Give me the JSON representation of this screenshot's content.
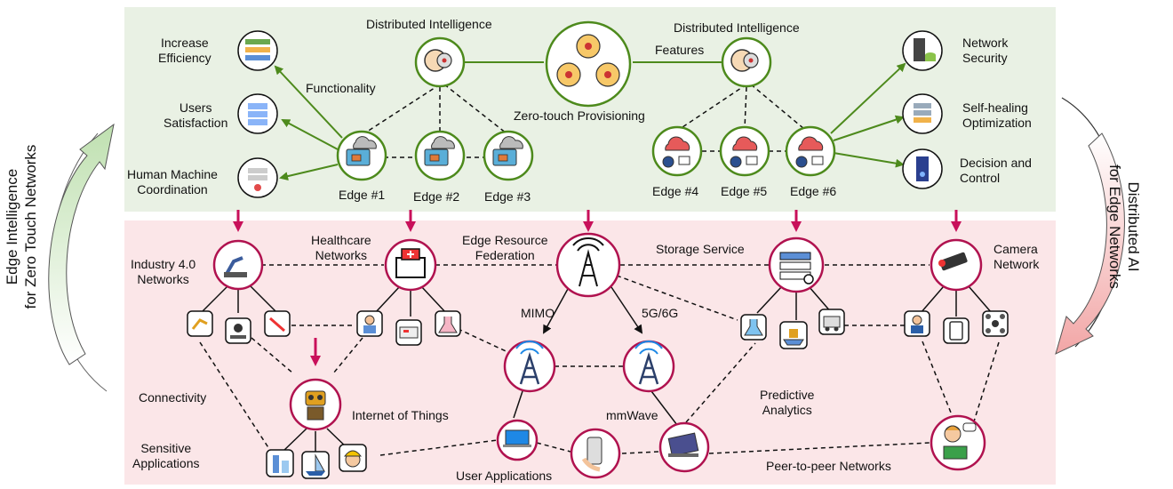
{
  "colors": {
    "top_panel": "#e9f1e4",
    "bottom_panel": "#fbe6e8",
    "green": "#4d8a1c",
    "crimson": "#b0124f",
    "arrow_pink": "#c8105a",
    "dark": "#111111"
  },
  "top": {
    "distributed_left": "Distributed Intelligence",
    "distributed_right": "Distributed Intelligence",
    "features": "Features",
    "zero_touch": "Zero-touch Provisioning",
    "functionality": "Functionality",
    "increase_efficiency": "Increase\nEfficiency",
    "users_satisfaction": "Users\nSatisfaction",
    "human_machine": "Human Machine\nCoordination",
    "network_security": "Network\nSecurity",
    "self_healing": "Self-healing\nOptimization",
    "decision_control": "Decision and\nControl",
    "edges": [
      "Edge #1",
      "Edge #2",
      "Edge #3",
      "Edge #4",
      "Edge #5",
      "Edge #6"
    ]
  },
  "bottom": {
    "industry": "Industry 4.0\nNetworks",
    "healthcare": "Healthcare\nNetworks",
    "edge_resource": "Edge Resource\nFederation",
    "storage": "Storage Service",
    "camera": "Camera\nNetwork",
    "mimo": "MIMO",
    "fiveg": "5G/6G",
    "connectivity": "Connectivity",
    "iot": "Internet of Things",
    "mmwave": "mmWave",
    "predictive": "Predictive\nAnalytics",
    "sensitive": "Sensitive\nApplications",
    "user_apps": "User Applications",
    "p2p": "Peer-to-peer Networks"
  },
  "side": {
    "left": "Edge Intelligence\nfor Zero Touch Networks",
    "right": "Distributed AI\nfor Edge Networks"
  }
}
